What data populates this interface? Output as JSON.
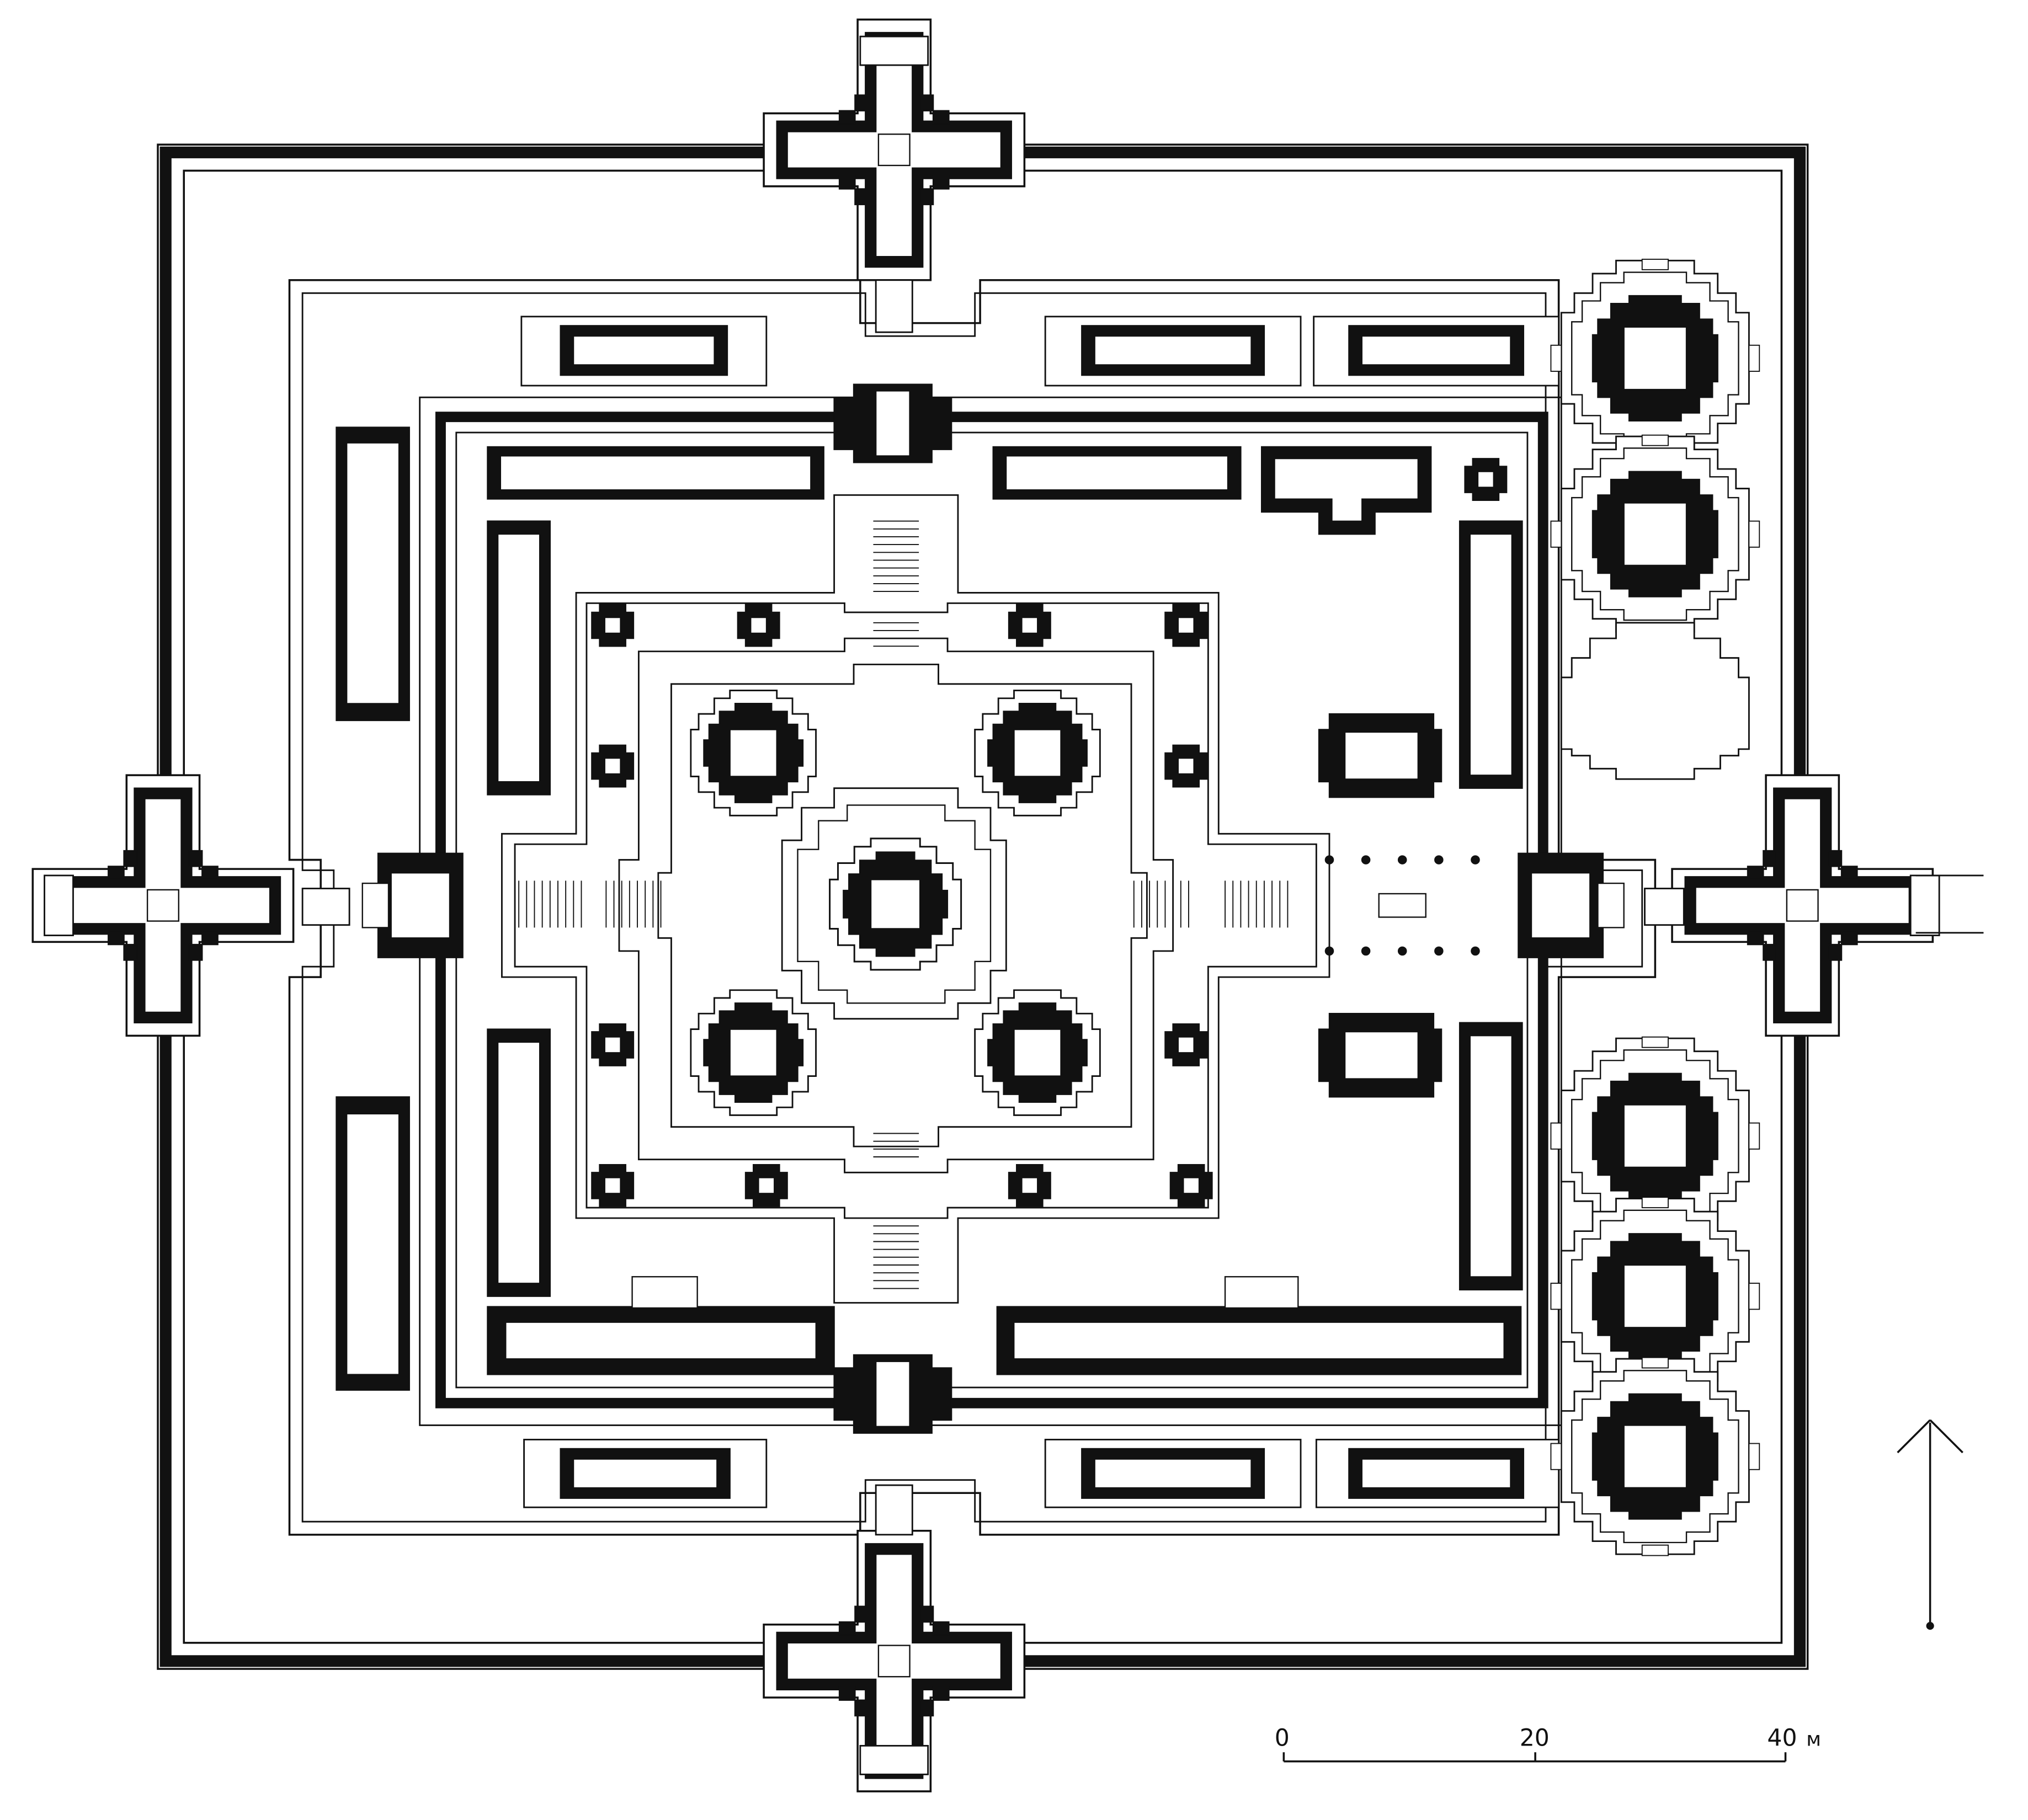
{
  "colors": {
    "ink": "#111111",
    "paper": "#ffffff"
  },
  "scale_bar": {
    "ticks": [
      "0",
      "20",
      "40"
    ],
    "unit": "м"
  },
  "north_arrow": {
    "icon": "north-arrow-icon"
  }
}
